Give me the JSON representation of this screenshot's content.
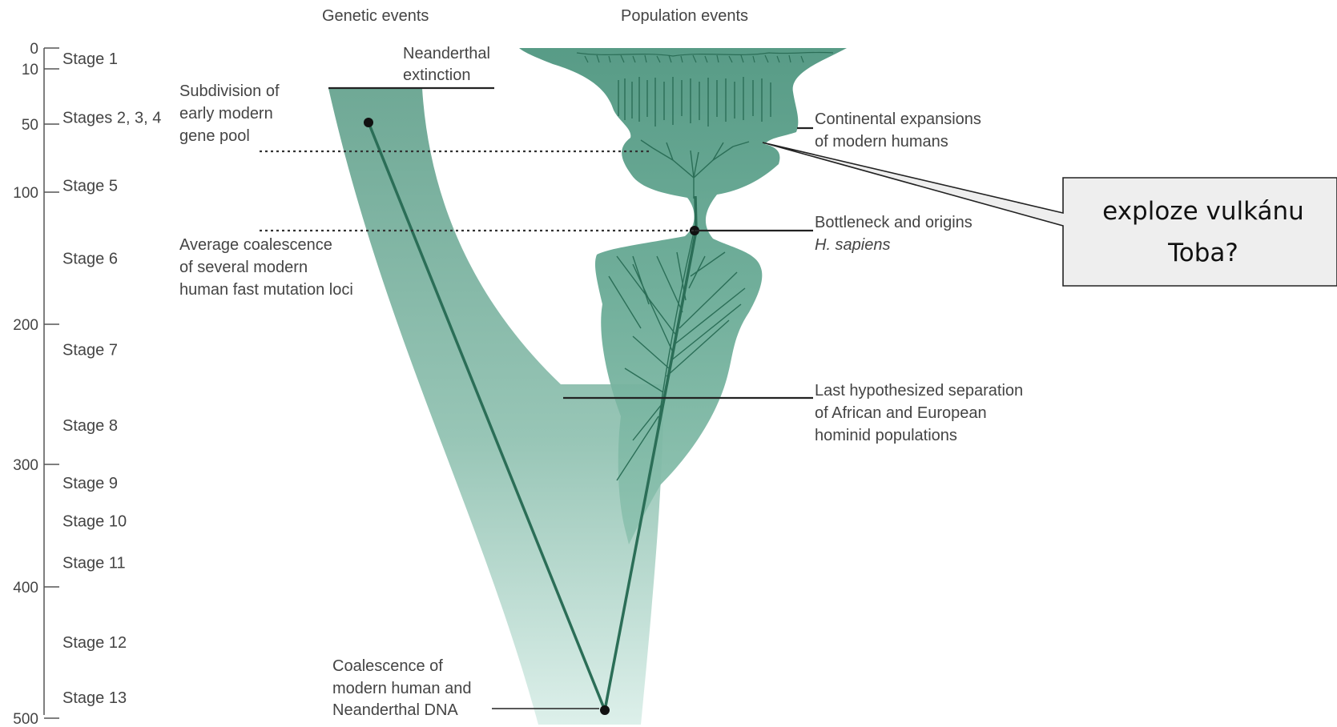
{
  "headers": {
    "genetic": "Genetic events",
    "population": "Population events"
  },
  "axis": {
    "ticks": [
      {
        "value": 0,
        "label": "0"
      },
      {
        "value": 10,
        "label": "10"
      },
      {
        "value": 50,
        "label": "50"
      },
      {
        "value": 100,
        "label": "100"
      },
      {
        "value": 200,
        "label": "200"
      },
      {
        "value": 300,
        "label": "300"
      },
      {
        "value": 400,
        "label": "400"
      },
      {
        "value": 500,
        "label": "500"
      }
    ],
    "stages": [
      {
        "label": "Stage 1",
        "at": 5
      },
      {
        "label": "Stages 2, 3, 4",
        "at": 45
      },
      {
        "label": "Stage 5",
        "at": 95
      },
      {
        "label": "Stage 6",
        "at": 150
      },
      {
        "label": "Stage 7",
        "at": 218
      },
      {
        "label": "Stage 8",
        "at": 272
      },
      {
        "label": "Stage 9",
        "at": 315
      },
      {
        "label": "Stage 10",
        "at": 346
      },
      {
        "label": "Stage 11",
        "at": 380
      },
      {
        "label": "Stage 12",
        "at": 442
      },
      {
        "label": "Stage 13",
        "at": 484
      }
    ]
  },
  "genetic_labels": {
    "subdivision": [
      "Subdivision of",
      "early modern",
      "gene pool"
    ],
    "coalescence_avg": [
      "Average coalescence",
      "of several modern",
      "human fast mutation loci"
    ],
    "coalescence_nd": [
      "Coalescence of",
      "modern human and",
      "Neanderthal DNA"
    ],
    "neanderthal": [
      "Neanderthal",
      "extinction"
    ]
  },
  "population_labels": {
    "continental": [
      "Continental expansions",
      "of modern humans"
    ],
    "bottleneck": [
      "Bottleneck and origins",
      "H. sapiens"
    ],
    "separation": [
      "Last hypothesized separation",
      "of African and European",
      "hominid populations"
    ]
  },
  "callout": {
    "lines": [
      "exploze vulkánu",
      "Toba?"
    ]
  },
  "colors": {
    "fill_dark": "#5a9e88",
    "fill_light": "#d6ece6",
    "line": "#2b6e57",
    "callout_bg": "#eeeeee"
  }
}
